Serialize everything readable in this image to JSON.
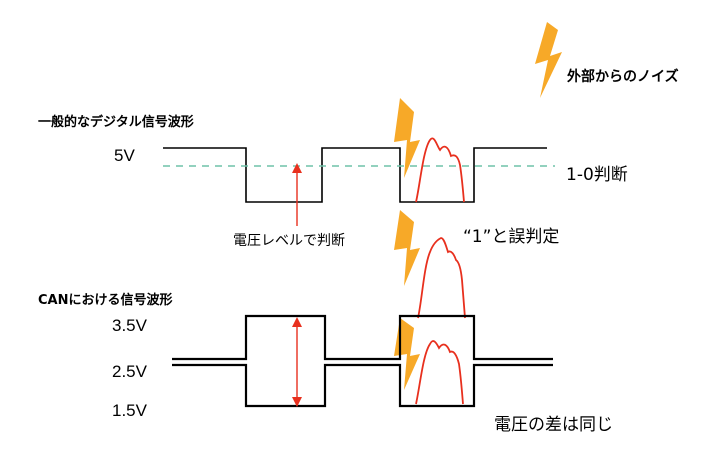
{
  "labels": {
    "digital_title": "一般的なデジタル信号波形",
    "can_title": "CANにおける信号波形",
    "noise": "外部からのノイズ",
    "v5": "5V",
    "threshold": "1-0判断",
    "voltage_judge": "電圧レベルで判断",
    "error": "“1”と誤判定",
    "v35": "3.5V",
    "v25": "2.5V",
    "v15": "1.5V",
    "diff_same": "電圧の差は同じ"
  },
  "colors": {
    "signal": "#000000",
    "threshold": "#6fc2a8",
    "noise_pulse": "#e8301e",
    "arrow": "#e8301e",
    "lightning": "#f7a928"
  }
}
